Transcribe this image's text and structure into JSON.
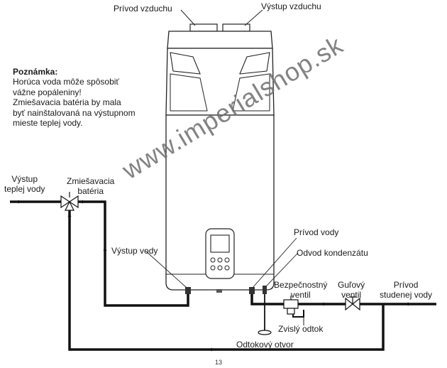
{
  "labels": {
    "air_inlet": "Prívod vzduchu",
    "air_outlet": "Výstup vzduchu",
    "hot_water_outlet": "Výstup\nteplej vody",
    "mixing_valve": "Zmiešavacia\nbatéria",
    "water_outlet": "Výstup vody",
    "water_inlet": "Prívod vody",
    "condensate_drain": "Odvod kondenzátu",
    "safety_valve": "Bezpečnostný\nventil",
    "ball_valve": "Guľový\nventil",
    "cold_water_inlet": "Prívod\nstudenej vody",
    "vertical_drain": "Zvislý odtok",
    "drain_outlet": "Odtokový otvor"
  },
  "note": {
    "title": "Poznámka:",
    "lines": [
      "Horúca voda môže spôsobiť",
      "vážne popáleniny!",
      "Zmiešavacia batéria by mala",
      "byť nainštalovaná na výstupnom",
      "mieste teplej vody."
    ]
  },
  "watermark": "www.imperialshop.sk",
  "page_number": "13"
}
